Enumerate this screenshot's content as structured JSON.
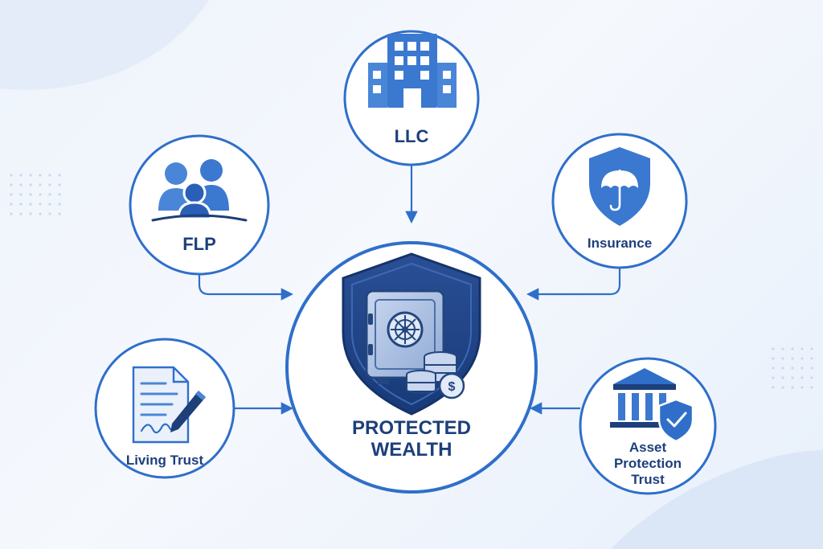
{
  "nodes": {
    "llc": {
      "label": "LLC"
    },
    "flp": {
      "label": "FLP"
    },
    "insurance": {
      "label": "Insurance"
    },
    "living_trust": {
      "label": "Living Trust"
    },
    "asset_protection_trust": {
      "lines": [
        "Asset",
        "Protection",
        "Trust"
      ]
    }
  },
  "center": {
    "lines": [
      "PROTECTED",
      "WEALTH"
    ]
  },
  "colors": {
    "primary": "#2f6fca",
    "dark": "#1d3f7a",
    "accent": "#4a86d8",
    "background": "#eef4fc"
  }
}
